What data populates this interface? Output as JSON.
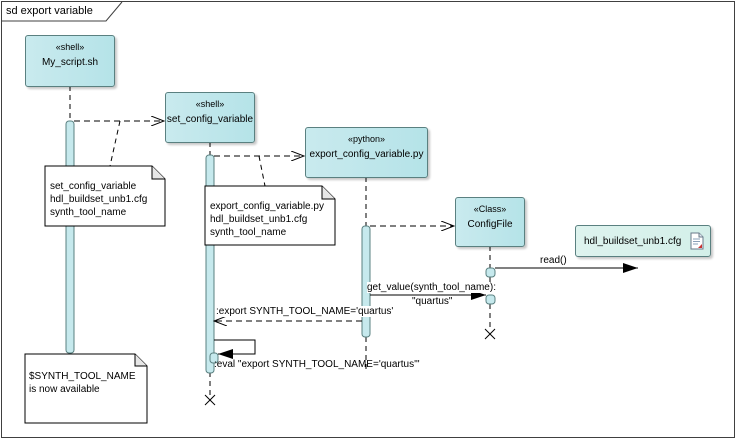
{
  "frame": {
    "kind": "sd",
    "title": "sd export variable"
  },
  "lifelines": [
    {
      "id": "my_script",
      "stereotype": "«shell»",
      "name": "My_script.sh"
    },
    {
      "id": "set_config",
      "stereotype": "«shell»",
      "name": "set_config_variable"
    },
    {
      "id": "export_config",
      "stereotype": "«python»",
      "name": "export_config_variable.py"
    },
    {
      "id": "config_file",
      "stereotype": "«Class»",
      "name": "ConfigFile"
    }
  ],
  "artifact": {
    "name": "hdl_buildset_unb1.cfg",
    "icon": "document-icon"
  },
  "notes": [
    {
      "lines": [
        "set_config_variable",
        "hdl_buildset_unb1.cfg",
        "synth_tool_name"
      ]
    },
    {
      "lines": [
        "export_config_variable.py",
        "hdl_buildset_unb1.cfg",
        "synth_tool_name"
      ]
    },
    {
      "lines": [
        "$SYNTH_TOOL_NAME",
        "is now available"
      ]
    }
  ],
  "messages": [
    {
      "from": "my_script",
      "to": "set_config",
      "kind": "create",
      "label": ""
    },
    {
      "from": "set_config",
      "to": "export_config",
      "kind": "create",
      "label": ""
    },
    {
      "from": "export_config",
      "to": "config_file",
      "kind": "create",
      "label": ""
    },
    {
      "from": "config_file",
      "to": "hdl_buildset_unb1.cfg",
      "kind": "sync",
      "label": "read()"
    },
    {
      "from": "export_config",
      "to": "config_file",
      "kind": "sync",
      "label": "get_value(synth_tool_name):",
      "return_value": "\"quartus\""
    },
    {
      "from": "export_config",
      "to": "set_config",
      "kind": "return",
      "label": ":export SYNTH_TOOL_NAME='quartus'"
    },
    {
      "from": "set_config",
      "to": "set_config",
      "kind": "self",
      "label": ":eval \"export SYNTH_TOOL_NAME='quartus'\""
    }
  ],
  "colors": {
    "lifeline_fill": "#b5e3e8",
    "artifact_fill": "#d3efe9",
    "border": "#5a8080",
    "line": "#000000"
  }
}
